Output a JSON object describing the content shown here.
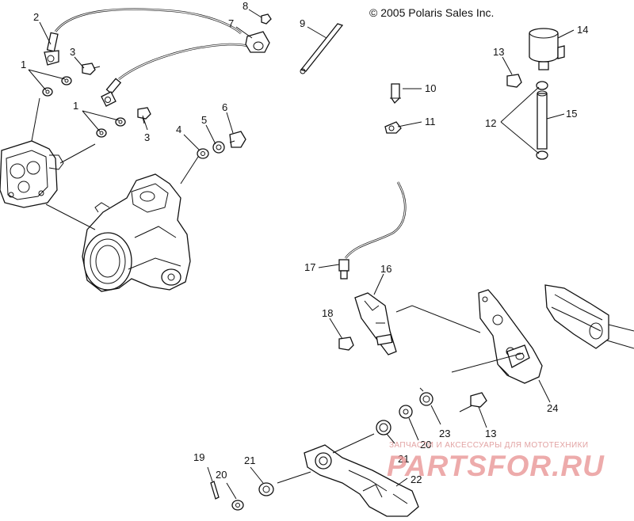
{
  "diagram": {
    "copyright": "© 2005 Polaris Sales Inc.",
    "callouts": {
      "c1a": "1",
      "c1b": "1",
      "c2": "2",
      "c3a": "3",
      "c3b": "3",
      "c4": "4",
      "c5": "5",
      "c6": "6",
      "c7": "7",
      "c8": "8",
      "c9": "9",
      "c10": "10",
      "c11": "11",
      "c12": "12",
      "c13a": "13",
      "c13b": "13",
      "c14": "14",
      "c15": "15",
      "c16": "16",
      "c17": "17",
      "c18": "18",
      "c19": "19",
      "c20a": "20",
      "c20b": "20",
      "c21a": "21",
      "c21b": "21",
      "c22": "22",
      "c23": "23",
      "c24": "24"
    }
  },
  "watermark": {
    "tagline": "ЗАПЧАСТИ И АКСЕССУАРЫ ДЛЯ МОТОТЕХНИКИ",
    "brand": "PARTSFOR.RU"
  }
}
